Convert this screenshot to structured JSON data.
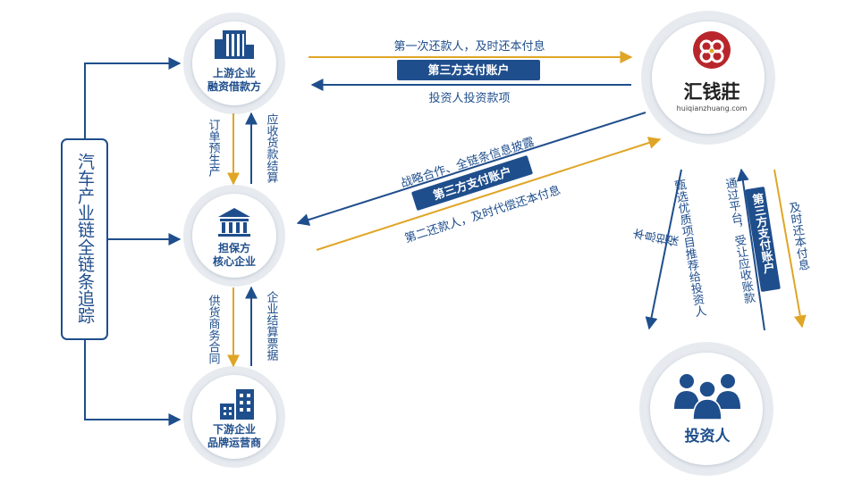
{
  "chain_box": {
    "text": "汽车产业链全链条追踪"
  },
  "nodes": {
    "upstream": {
      "line1": "上游企业",
      "line2": "融资借款方"
    },
    "guarantor": {
      "line1": "担保方",
      "line2": "核心企业"
    },
    "downstream": {
      "line1": "下游企业",
      "line2": "品牌运营商"
    },
    "platform": {
      "name": "汇钱莊",
      "url": "huiqianzhuang.com"
    },
    "investor": {
      "label": "投资人"
    }
  },
  "badges": {
    "b1": "第三方支付账户",
    "b2": "第三方支付账户",
    "b3": "第三方支付账户"
  },
  "edges": {
    "first_repay": "第一次还款人，及时还本付息",
    "investor_funds": "投资人投资款项",
    "order": "订单预生产",
    "receivable": "应收货款结算",
    "strategic": "战略合作、全链条信息披露",
    "second_repay": "第二还款人，及时代偿还本付息",
    "supply": "供货商务合同",
    "settle": "企业结算票据",
    "guarantee": "本息担保",
    "screen": "甄选优质项目推荐给投资人",
    "transfer": "通过平台，受让应收账款",
    "repay_inv": "及时还本付息"
  },
  "colors": {
    "blue": "#1f4e8c",
    "gold": "#e0a526",
    "red": "#b8262b",
    "ring": "#dfe3e8"
  }
}
